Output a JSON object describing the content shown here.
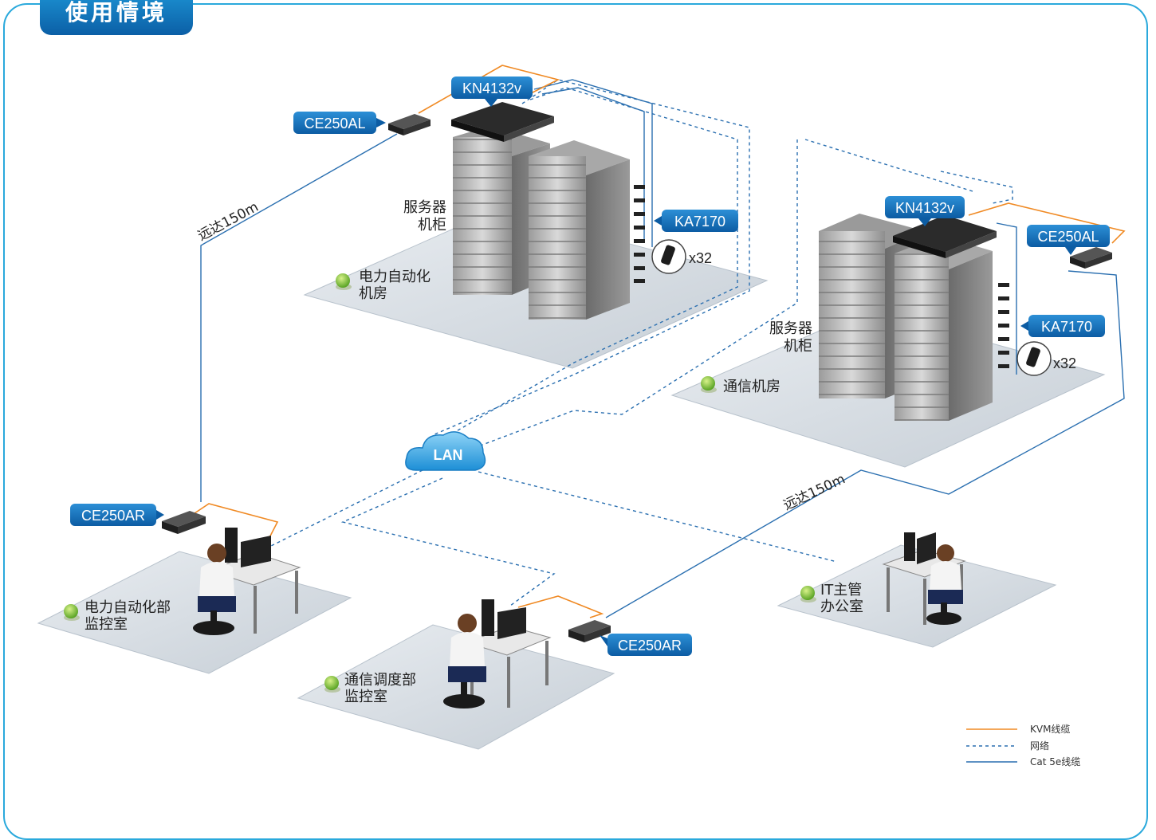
{
  "header": {
    "title": "使用情境"
  },
  "devices": {
    "kn_left": "KN4132v",
    "kn_right": "KN4132v",
    "ce250al_left": "CE250AL",
    "ce250al_right": "CE250AL",
    "ka7170_left": "KA7170",
    "ka7170_right": "KA7170",
    "ce250ar_left": "CE250AR",
    "ce250ar_right": "CE250AR"
  },
  "counts": {
    "left": "x32",
    "right": "x32"
  },
  "racks": {
    "left_line1": "服务器",
    "left_line2": "机柜",
    "right_line1": "服务器",
    "right_line2": "机柜"
  },
  "rooms": {
    "power_room_l1": "电力自动化",
    "power_room_l2": "机房",
    "comm_room": "通信机房",
    "power_monitor_l1": "电力自动化部",
    "power_monitor_l2": "监控室",
    "comm_monitor_l1": "通信调度部",
    "comm_monitor_l2": "监控室",
    "it_l1": "IT主管",
    "it_l2": "办公室"
  },
  "distances": {
    "left": "远达150m",
    "right": "远达150m"
  },
  "network": {
    "lan": "LAN"
  },
  "legend": {
    "kvm": "KVM线缆",
    "net": "网络",
    "cat5e": "Cat 5e线缆",
    "colors": {
      "kvm": "#f08a24",
      "net": "#2a6fb0",
      "cat5e": "#2a6fb0"
    }
  }
}
